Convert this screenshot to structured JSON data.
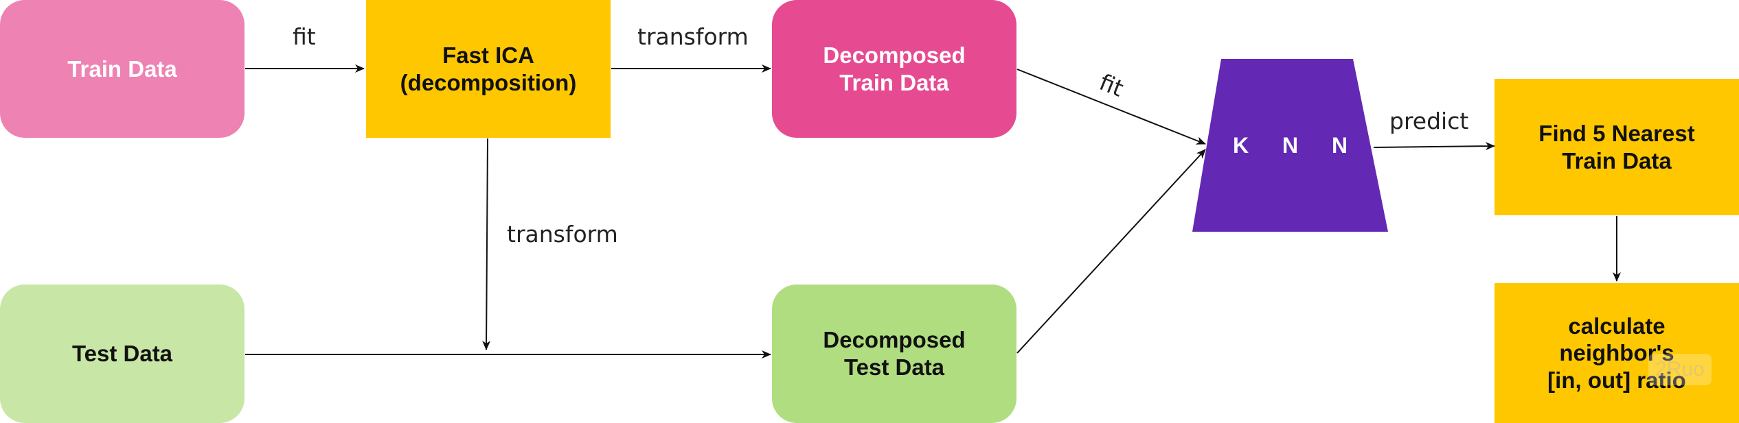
{
  "nodes": {
    "train_data": {
      "label": "Train Data",
      "color": "#ee82b3",
      "text_color": "#ffffff"
    },
    "fast_ica": {
      "label": "Fast ICA\n(decomposition)",
      "color": "#ffc700",
      "text_color": "#111111"
    },
    "decomposed_train": {
      "label": "Decomposed\nTrain Data",
      "color": "#e64a91",
      "text_color": "#ffffff"
    },
    "test_data": {
      "label": "Test Data",
      "color": "#c8e6a5",
      "text_color": "#111111"
    },
    "decomposed_test": {
      "label": "Decomposed\nTest Data",
      "color": "#afdd80",
      "text_color": "#111111"
    },
    "knn": {
      "label": "K N N",
      "color": "#6328b4",
      "text_color": "#ffffff"
    },
    "find_nearest": {
      "label": "Find 5 Nearest\nTrain Data",
      "color": "#ffc700",
      "text_color": "#111111"
    },
    "calc_ratio": {
      "label": "calculate\nneighbor's\n[in, out] ratio",
      "color": "#ffc700",
      "text_color": "#111111"
    }
  },
  "edges": {
    "train_to_ica": "fit",
    "ica_to_decomposed_train": "transform",
    "ica_to_test_path": "transform",
    "decomposed_train_to_knn": "fit",
    "knn_to_find": "predict"
  },
  "watermark": "2Ruo"
}
